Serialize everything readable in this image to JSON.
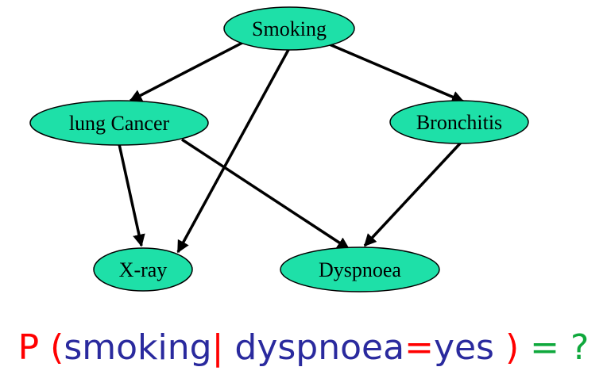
{
  "colors": {
    "node_fill": "#1ee0a8",
    "edge": "#000000",
    "query_red": "#ff0000",
    "query_blue": "#2a2a9e"
  },
  "nodes": {
    "smoking": {
      "label": "Smoking"
    },
    "lung_cancer": {
      "label": "lung Cancer"
    },
    "bronchitis": {
      "label": "Bronchitis"
    },
    "xray": {
      "label": "X-ray"
    },
    "dyspnoea": {
      "label": "Dyspnoea"
    }
  },
  "edges": [
    {
      "from": "smoking",
      "to": "lung_cancer"
    },
    {
      "from": "smoking",
      "to": "bronchitis"
    },
    {
      "from": "smoking",
      "to": "xray"
    },
    {
      "from": "lung_cancer",
      "to": "xray"
    },
    {
      "from": "lung_cancer",
      "to": "dyspnoea"
    },
    {
      "from": "bronchitis",
      "to": "dyspnoea"
    }
  ],
  "query": {
    "p": "P",
    "open_paren": "(",
    "var": "smoking",
    "bar": "|",
    "evidence_var": "dyspnoea",
    "equals": "=",
    "evidence_value": "yes",
    "close_paren": ")",
    "result": "= ?"
  }
}
